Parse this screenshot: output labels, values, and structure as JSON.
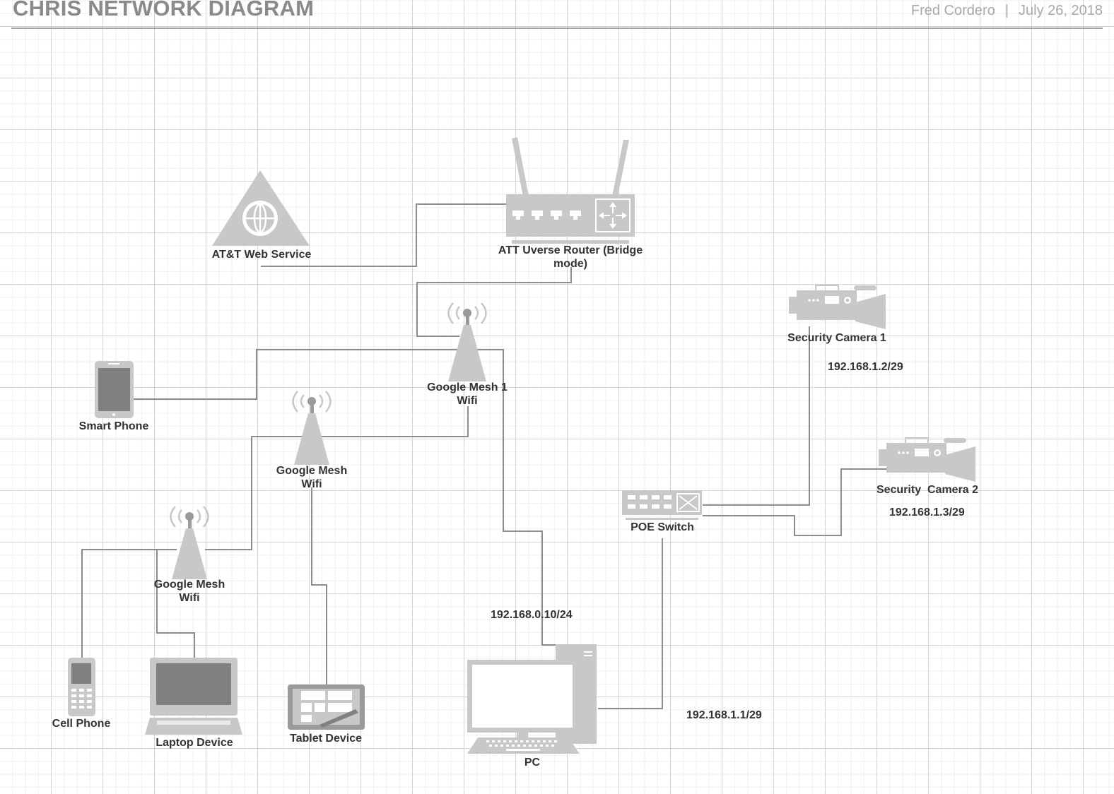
{
  "header": {
    "title": "CHRIS NETWORK DIAGRAM",
    "author": "Fred Cordero",
    "separator": "|",
    "date": "July 26, 2018"
  },
  "nodes": {
    "att_service": "AT&T Web Service",
    "router": [
      "ATT Uverse Router (Bridge",
      "mode)"
    ],
    "mesh1": [
      "Google Mesh 1",
      "Wifi"
    ],
    "mesh2": [
      "Google Mesh",
      "Wifi"
    ],
    "mesh3": [
      "Google Mesh",
      "Wifi"
    ],
    "smart_phone": "Smart Phone",
    "cell_phone": "Cell Phone",
    "laptop": "Laptop Device",
    "tablet": "Tablet Device",
    "pc": "PC",
    "poe_switch": "POE Switch",
    "camera1": "Security Camera 1",
    "camera2": "Security  Camera 2"
  },
  "ip_labels": {
    "pc_network": "192.168.0.10/24",
    "camera1": "192.168.1.2/29",
    "camera2": "192.168.1.3/29",
    "switch_link": "192.168.1.1/29"
  },
  "colors": {
    "icon_fill": "#c8c8c8",
    "icon_dark": "#808080",
    "wire": "#8c8c8c",
    "label_text": "#333333",
    "title_text": "#8a8a8a"
  }
}
